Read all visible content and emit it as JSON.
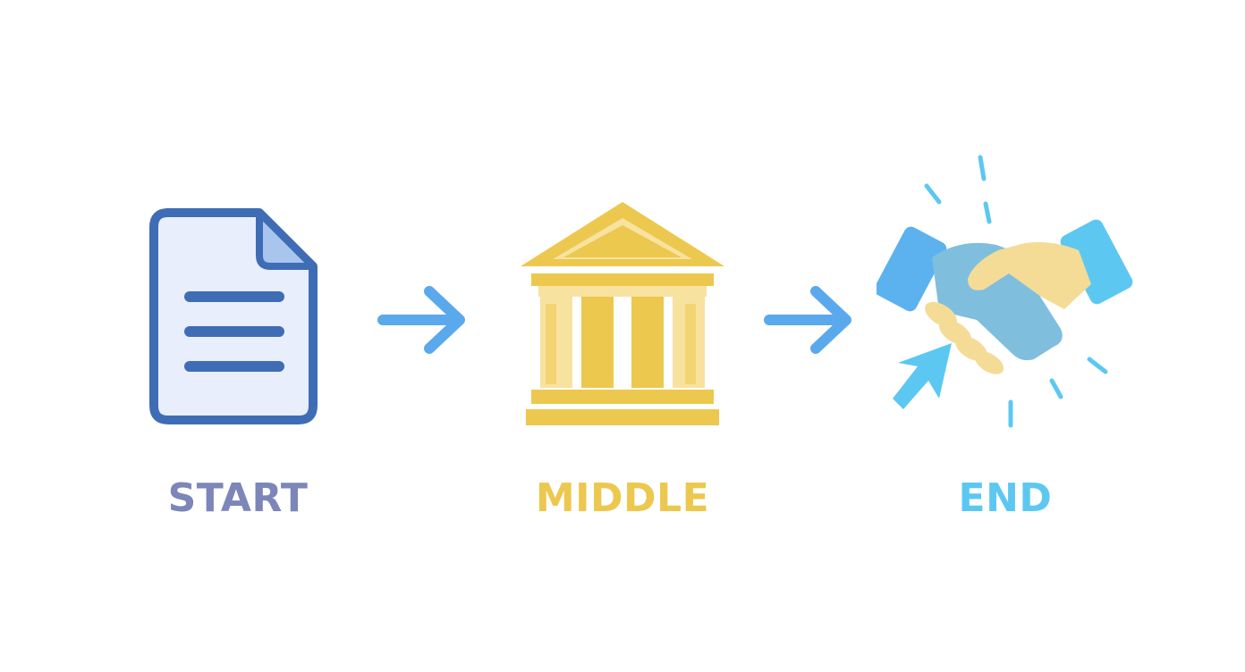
{
  "steps": [
    {
      "label": "START",
      "icon": "document-icon",
      "color": "#7d86b8"
    },
    {
      "label": "MIDDLE",
      "icon": "bank-building-icon",
      "color": "#ecc84e"
    },
    {
      "label": "END",
      "icon": "handshake-icon",
      "color": "#5cc8f2"
    }
  ],
  "connectors": [
    {
      "icon": "arrow-right-icon",
      "color": "#5aa9ec"
    },
    {
      "icon": "arrow-right-icon",
      "color": "#5aa9ec"
    }
  ],
  "colors": {
    "document_stroke": "#3f6db5",
    "document_fill": "#e8eefb",
    "document_fold": "#a9c5ee",
    "building_dark": "#ecc84e",
    "building_light": "#f8e2a0",
    "handshake_blue": "#5cb2ee",
    "handshake_teal": "#7fbfdd",
    "handshake_yellow": "#f4dc97",
    "arrow": "#5aa9ec"
  }
}
